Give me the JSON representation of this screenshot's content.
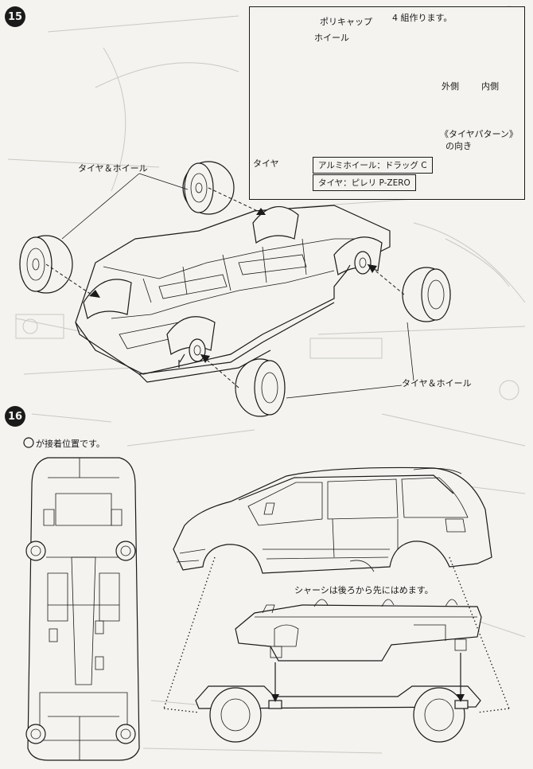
{
  "step15": {
    "number": "15",
    "detail": {
      "quantity_note": "4 組作ります。",
      "polycap_label": "ポリキャップ",
      "wheel_label": "ホイール",
      "tire_label": "タイヤ",
      "outer_label": "外側",
      "inner_label": "内側",
      "tread_note_line1": "《タイヤパターン》",
      "tread_note_line2": "の向き",
      "wheel_spec": "アルミホイール：ドラッグ C",
      "tire_spec": "タイヤ：ピレリ P-ZERO"
    },
    "tire_wheel_label_top": "タイヤ＆ホイール",
    "tire_wheel_label_bottom": "タイヤ＆ホイール"
  },
  "step16": {
    "number": "16",
    "glue_note": "が接着位置です。",
    "install_note": "シャーシは後ろから先にはめます。"
  }
}
